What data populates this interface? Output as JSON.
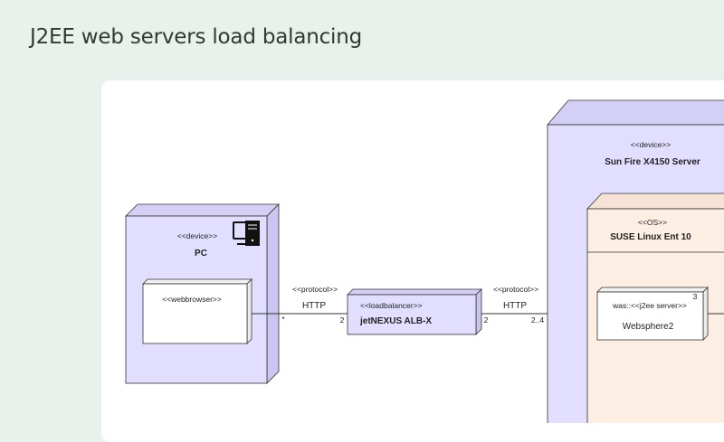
{
  "page": {
    "title": "J2EE web servers load balancing"
  },
  "diagram": {
    "pc": {
      "stereotype": "<<device>>",
      "name": "PC",
      "icon": "desktop-computer-icon"
    },
    "webbrowser": {
      "stereotype": "<<webbrowser>>"
    },
    "loadbalancer": {
      "stereotype": "<<loadbalancer>>",
      "name": "jetNEXUS ALB-X"
    },
    "server": {
      "stereotype": "<<device>>",
      "name": "Sun Fire X4150 Server"
    },
    "os": {
      "stereotype": "<<OS>>",
      "name": "SUSE Linux Ent 10"
    },
    "websphere": {
      "stereotype": "was::<<j2ee server>>",
      "name": "Websphere2",
      "multiplicity": "3"
    },
    "link1": {
      "stereotype": "<<protocol>>",
      "name": "HTTP",
      "mult_left": "*",
      "mult_right": "2"
    },
    "link2": {
      "stereotype": "<<protocol>>",
      "name": "HTTP",
      "mult_left": "2",
      "mult_right": "2..4"
    },
    "colors": {
      "device": "#e2deff",
      "os": "#fdeee4",
      "stroke": "#333333"
    }
  }
}
